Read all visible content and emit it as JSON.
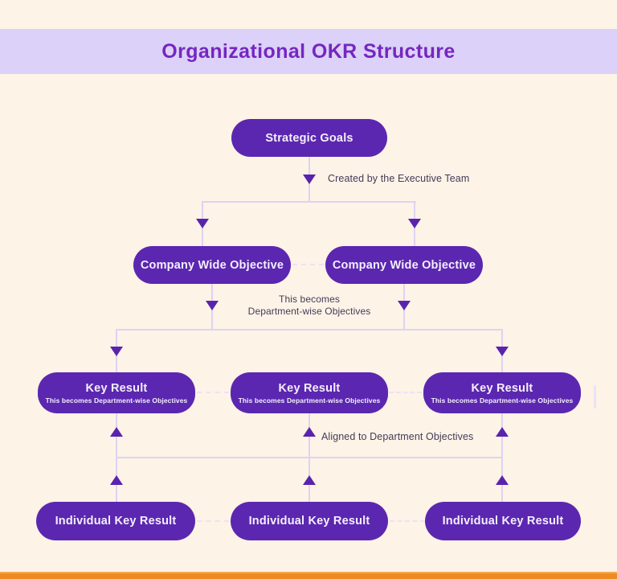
{
  "title": "Organizational OKR Structure",
  "colors": {
    "page_bg": "#fdf3e7",
    "banner_bg": "#dcd1f8",
    "title_text": "#7527c0",
    "node_bg": "#5b27b0",
    "node_text": "#f5effc",
    "line": "#ded3f1",
    "dash": "#ece2f7",
    "arrow": "#5a23ad",
    "label_text": "#423c58",
    "footer_bar": "#ee8a21",
    "footer_bar_top": "#f8aa52"
  },
  "nodes": {
    "strategic_goals": {
      "label": "Strategic Goals"
    },
    "company_objectives": [
      {
        "label": "Company Wide Objective"
      },
      {
        "label": "Company Wide Objective"
      }
    ],
    "key_results": [
      {
        "label": "Key Result",
        "sublabel": "This becomes Department-wise Objectives"
      },
      {
        "label": "Key Result",
        "sublabel": "This becomes Department-wise Objectives"
      },
      {
        "label": "Key Result",
        "sublabel": "This becomes Department-wise Objectives"
      }
    ],
    "individual_key_results": [
      {
        "label": "Individual Key Result"
      },
      {
        "label": "Individual Key Result"
      },
      {
        "label": "Individual Key Result"
      }
    ]
  },
  "annotations": {
    "created_by": "Created by the Executive Team",
    "becomes_line1": "This becomes",
    "becomes_line2": "Department-wise Objectives",
    "aligned": "Aligned to Department Objectives"
  }
}
